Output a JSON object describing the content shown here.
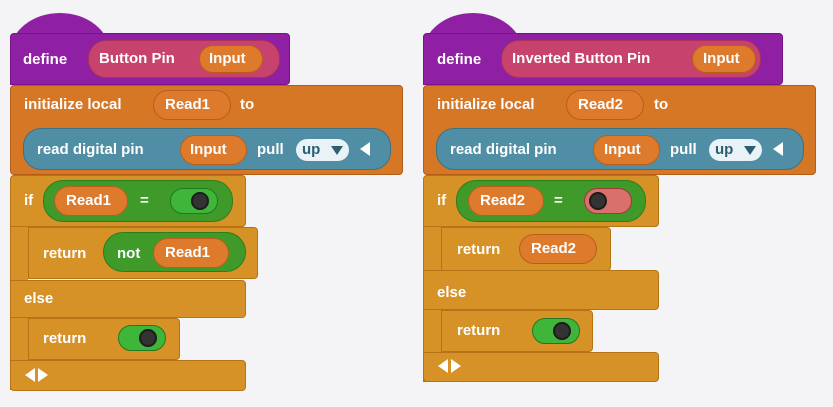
{
  "blocks": [
    {
      "define_label": "define",
      "proc_name": "Button Pin",
      "arg": "Input",
      "init_label": "initialize local",
      "local_var": "Read1",
      "to_label": "to",
      "read_label": "read digital pin",
      "read_arg": "Input",
      "pull_label": "pull",
      "pull_value": "up",
      "if_label": "if",
      "compare_var": "Read1",
      "compare_op": "=",
      "compare_toggle": "on",
      "return_label": "return",
      "not_label": "not",
      "return_var": "Read1",
      "else_label": "else",
      "else_return_label": "return",
      "else_return_toggle": "on"
    },
    {
      "define_label": "define",
      "proc_name": "Inverted Button Pin",
      "arg": "Input",
      "init_label": "initialize local",
      "local_var": "Read2",
      "to_label": "to",
      "read_label": "read digital pin",
      "read_arg": "Input",
      "pull_label": "pull",
      "pull_value": "up",
      "if_label": "if",
      "compare_var": "Read2",
      "compare_op": "=",
      "compare_toggle": "off",
      "return_label": "return",
      "return_var": "Read2",
      "else_label": "else",
      "else_return_label": "return",
      "else_return_toggle": "on"
    }
  ],
  "colors": {
    "define": "#8f1fa3",
    "prototype": "#c7436e",
    "variables": "#d67726",
    "io": "#4f8ea4",
    "control": "#d69127",
    "logic": "#3f9a2a",
    "toggle_on": "#3fb63a",
    "toggle_off": "#d9706c"
  }
}
